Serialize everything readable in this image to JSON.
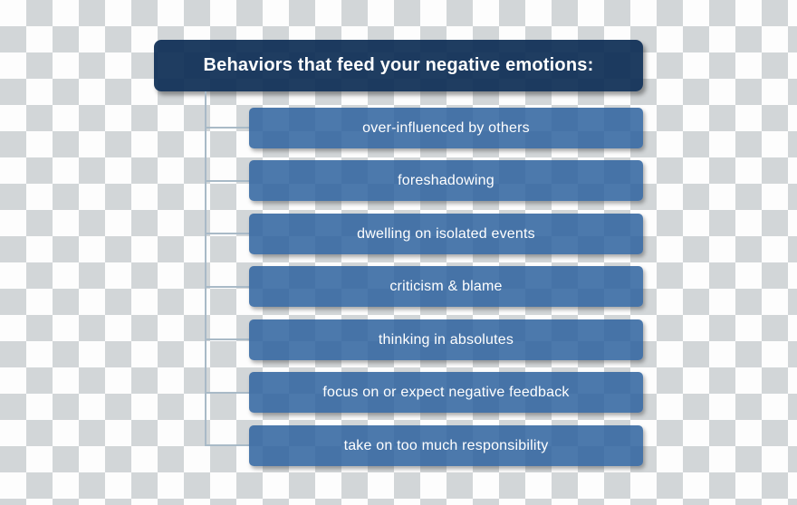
{
  "diagram": {
    "title": "Behaviors that feed your negative emotions:",
    "items": [
      {
        "label": "over-influenced by others"
      },
      {
        "label": "foreshadowing"
      },
      {
        "label": "dwelling on isolated events"
      },
      {
        "label": "criticism & blame"
      },
      {
        "label": "thinking in absolutes"
      },
      {
        "label": "focus on or expect negative feedback"
      },
      {
        "label": "take on too much responsibility"
      }
    ],
    "colors": {
      "root_background": "#0e2e55",
      "child_background": "#2f639e",
      "connector": "#a9bac7",
      "text": "#ffffff",
      "checker_gray": "#d2d6d8",
      "checker_white": "#fdfdfd"
    }
  }
}
